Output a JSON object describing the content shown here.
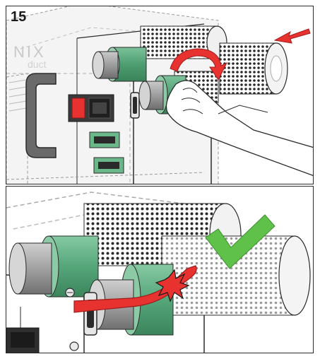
{
  "step": {
    "number": "15"
  },
  "device": {
    "brand_fragment": "NIX",
    "brand_sub_fragment": "duct"
  },
  "colors": {
    "accent_green": "#5aa87e",
    "action_red": "#e8322f",
    "check_green": "#5fc04a",
    "outline": "#2b2b2b",
    "housing": "#d9d9d9"
  },
  "icons": [
    "rotate-arrow-icon",
    "insert-arrow-icon",
    "check-icon",
    "collision-icon",
    "strap-icon"
  ]
}
